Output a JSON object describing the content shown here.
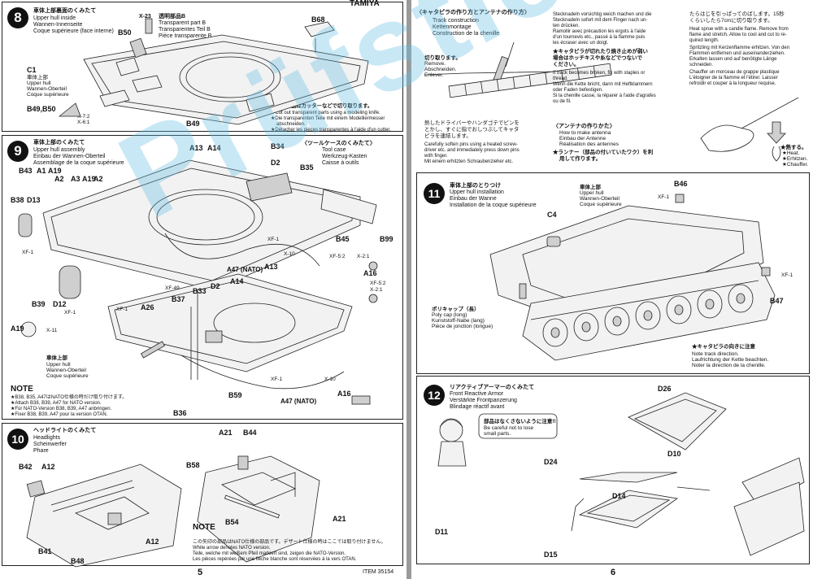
{
  "header": {
    "brand": "TAMIYA"
  },
  "left_page": {
    "page_number": "5",
    "item_code": "ITEM 35154",
    "step8": {
      "number": "8",
      "title_jp": "車体上部裏面のくみたて",
      "title_en": "Upper hull inside",
      "title_de": "Wannen-Innenseite",
      "title_fr": "Coque supérieure (face interne)",
      "parts_label_jp": "透明部品B",
      "parts_label_en": "Transparent part B",
      "parts_label_de": "Transparentes Teil B",
      "parts_label_fr": "Pièce transparente B",
      "part_x23": "X-23",
      "labels": [
        "B50",
        "B68",
        "C1",
        "B49,B50",
        "B49"
      ],
      "c1_jp": "車体上部",
      "c1_en": "Upper hull",
      "c1_de": "Wannen-Oberteil",
      "c1_fr": "Coque supérieure",
      "x_parts": [
        "X-7:2",
        "X-6:1"
      ],
      "cut_note_jp": "★透明部品はカッターなどで切り取ります。",
      "cut_note_en": "★Cut out transparent parts using a modeling knife.",
      "cut_note_de": "★Die transparenten Teile mit einem Modelliermesser",
      "cut_note_de2": "abschneiden.",
      "cut_note_fr": "★Détacher les pièces transparentes à l'aide d'un cutter."
    },
    "step9": {
      "number": "9",
      "title_jp": "車体上部のくみたて",
      "title_en": "Upper hull assembly",
      "title_de": "Einbau der Wannen-Oberteil",
      "title_fr": "Assemblage de la coque supérieure",
      "toolcase_jp": "〈ツールケースのくみたて〉",
      "toolcase_en": "Tool case",
      "toolcase_de": "Werkzeug-Kasten",
      "toolcase_fr": "Caisse à outils",
      "labels": [
        "A13",
        "A14",
        "B34",
        "D2",
        "B35",
        "B43",
        "A1",
        "A19",
        "A2",
        "A3",
        "A19",
        "A2",
        "B38",
        "D13",
        "XF-1",
        "B45",
        "B99",
        "A16",
        "XF-1",
        "A13",
        "A47 (NATO)",
        "X-10",
        "XF-49",
        "B33",
        "D2",
        "A14",
        "A26",
        "B37",
        "XF-1",
        "B39",
        "D12",
        "XF-1",
        "A19",
        "X-11",
        "X-10",
        "XF-1",
        "B59",
        "A47 (NATO)",
        "B36",
        "A16"
      ],
      "xf_mix": [
        "XF-5:2",
        "X-2:1"
      ],
      "xf_mix2": [
        "XF-5:2",
        "X-2:1"
      ],
      "hull_jp": "車体上部",
      "hull_en": "Upper hull",
      "hull_de": "Wannen-Oberteil",
      "hull_fr": "Coque supérieure",
      "note_title": "NOTE",
      "note_jp": "★B38, B35, A47はNATO仕様の時だけ取り付けます。",
      "note_en": "★Attach B38, B39, A47 for NATO version.",
      "note_de": "★Für NATO-Version B38, B39, A47 anbringen.",
      "note_fr": "★Fixer B38, B39, A47 pour la version OTAN."
    },
    "step10": {
      "number": "10",
      "title_jp": "ヘッドライトのくみたて",
      "title_en": "Headlights",
      "title_de": "Scheinwerfer",
      "title_fr": "Phare",
      "labels": [
        "B42",
        "A12",
        "A21",
        "B44",
        "B58",
        "B41",
        "A12",
        "B48",
        "B54",
        "A21"
      ],
      "note_title": "NOTE",
      "note_jp": "この矢印の部品はNATO仕様の部品です。デザート仕様の時はここでは取り付けません。",
      "note_en": "White arrow denotes NATO version.",
      "note_de": "Teile, welche mit weißem Pfeil markiert sind, zeigen die NATO-Version.",
      "note_fr": "Les pièces repérées par une flèche blanche sont réservées à la vers OTAN."
    }
  },
  "right_page": {
    "page_number": "6",
    "track": {
      "title_jp": "〈キャタピラの作り方とアンテナの作り方〉",
      "title_en": "Track construction",
      "title_de": "Kettenmontage",
      "title_fr": "Construction de la chenille",
      "cut_jp": "切り取ります。",
      "cut_en": "Remove.",
      "cut_de": "Abschneiden.",
      "cut_fr": "Enlever.",
      "col2_de1": "Stecknadeln vorsichtig weich machen und die",
      "col2_de2": "Stecknadeln sofort mit dem Finger nach un-",
      "col2_de3": "ten drücken.",
      "col2_fr1": "Ramollir avec précaution les ergots à l'aide",
      "col2_fr2": "d'un tournevis etc., passé à la flamme puis",
      "col2_fr3": "les écraser avec un doigt.",
      "col2_jp1": "★キャタピラが切れたり焼き止めが弱い",
      "col2_jp2": "場合はホッチキスや糸などでつないで",
      "col2_jp3": "ください。",
      "col2_en1": "If track becomes broken, fix with staples or",
      "col2_en2": "thread.",
      "col2_de4": "Wenn die Kette bricht, dann mit Heftklammern",
      "col2_de5": "oder Faden befestigen.",
      "col2_fr4": "Si la chenille casse, la réparer à l'aide d'agrafes",
      "col2_fr5": "ou de fil.",
      "col1_jp1": "熱したドライバーやハンダゴテでピンを",
      "col1_jp2": "とかし、すぐに指でおしつぶしてキャタ",
      "col1_jp3": "ピラを連結します。",
      "col1_en1": "Carefully soften pins using a heated screw-",
      "col1_en2": "driver etc. and immediately press down pins",
      "col1_en3": "with finger.",
      "col1_de1": "Mit einem erhitzten Schraubenzieher etc.",
      "antenna_title_jp": "〈アンテナの作りかた〉",
      "antenna_en": "How to make antenna",
      "antenna_de": "Einbau der Antenne",
      "antenna_fr": "Réalisation des antennes",
      "antenna_jp1": "★ランナー（部品の付いていたワク）を利",
      "antenna_jp2": "用して作ります。",
      "col3_jp1": "たらはじを引っぱってのばします。15秒",
      "col3_jp2": "くらいしたら7cmに切り取ります。",
      "col3_en1": "Heat sprue with a candle flame. Remove from",
      "col3_en2": "flame and stretch. Allow to cool and cut to re-",
      "col3_en3": "quired length.",
      "col3_de1": "Spritzling mit Kerzenflamme erhitzen. Von den",
      "col3_de2": "Flammen entfernen und auseinanderziehen.",
      "col3_de3": "Erkalten lassen und auf benötigte Länge",
      "col3_de4": "schneiden.",
      "col3_fr1": "Chauffer un morceau de grappe plastique",
      "col3_fr2": "L'éloigner de la flamme et l'étirer. Laisser",
      "col3_fr3": "refroidir et couper à la longueur requise.",
      "heat_jp": "★熱する。",
      "heat_en": "★Heat.",
      "heat_de": "★Erhitzen.",
      "heat_fr": "★Chauffer."
    },
    "step11": {
      "number": "11",
      "title_jp": "車体上部のとりつけ",
      "title_en": "Upper hull installation",
      "title_de": "Einbau der Wanne",
      "title_fr": "Installation de la coque supérieure",
      "hull_jp": "車体上部",
      "hull_en": "Upper hull",
      "hull_de": "Wannen-Oberteil",
      "hull_fr": "Coque supérieure",
      "labels": [
        "B46",
        "XF-1",
        "C4",
        "XF-1",
        "B47"
      ],
      "polycap_jp": "ポリキャップ（長）",
      "polycap_en": "Poly cap (long)",
      "polycap_de": "Kunststoff-Nabe (lang)",
      "polycap_fr": "Pièce de jonction (longue)",
      "track_note_jp": "★キャタピラの向きに注意",
      "track_note_en": "Note track direction.",
      "track_note_de": "Laufrichtung der Kette beachten.",
      "track_note_fr": "Noter la direction de la chenille."
    },
    "step12": {
      "number": "12",
      "title_jp": "リアクティブアーマーのくみたて",
      "title_en": "Front Reactive Armor",
      "title_de": "Verstärkte Frontpanzerung",
      "title_fr": "Blindage réactif avant",
      "bubble_jp": "部品はなくさないように注意!!",
      "bubble_en": "Be careful not to lose",
      "bubble_en2": "small parts.",
      "labels": [
        "D26",
        "D10",
        "D24",
        "D14",
        "D11",
        "D15"
      ]
    }
  },
  "watermark": "Prüfsticker"
}
